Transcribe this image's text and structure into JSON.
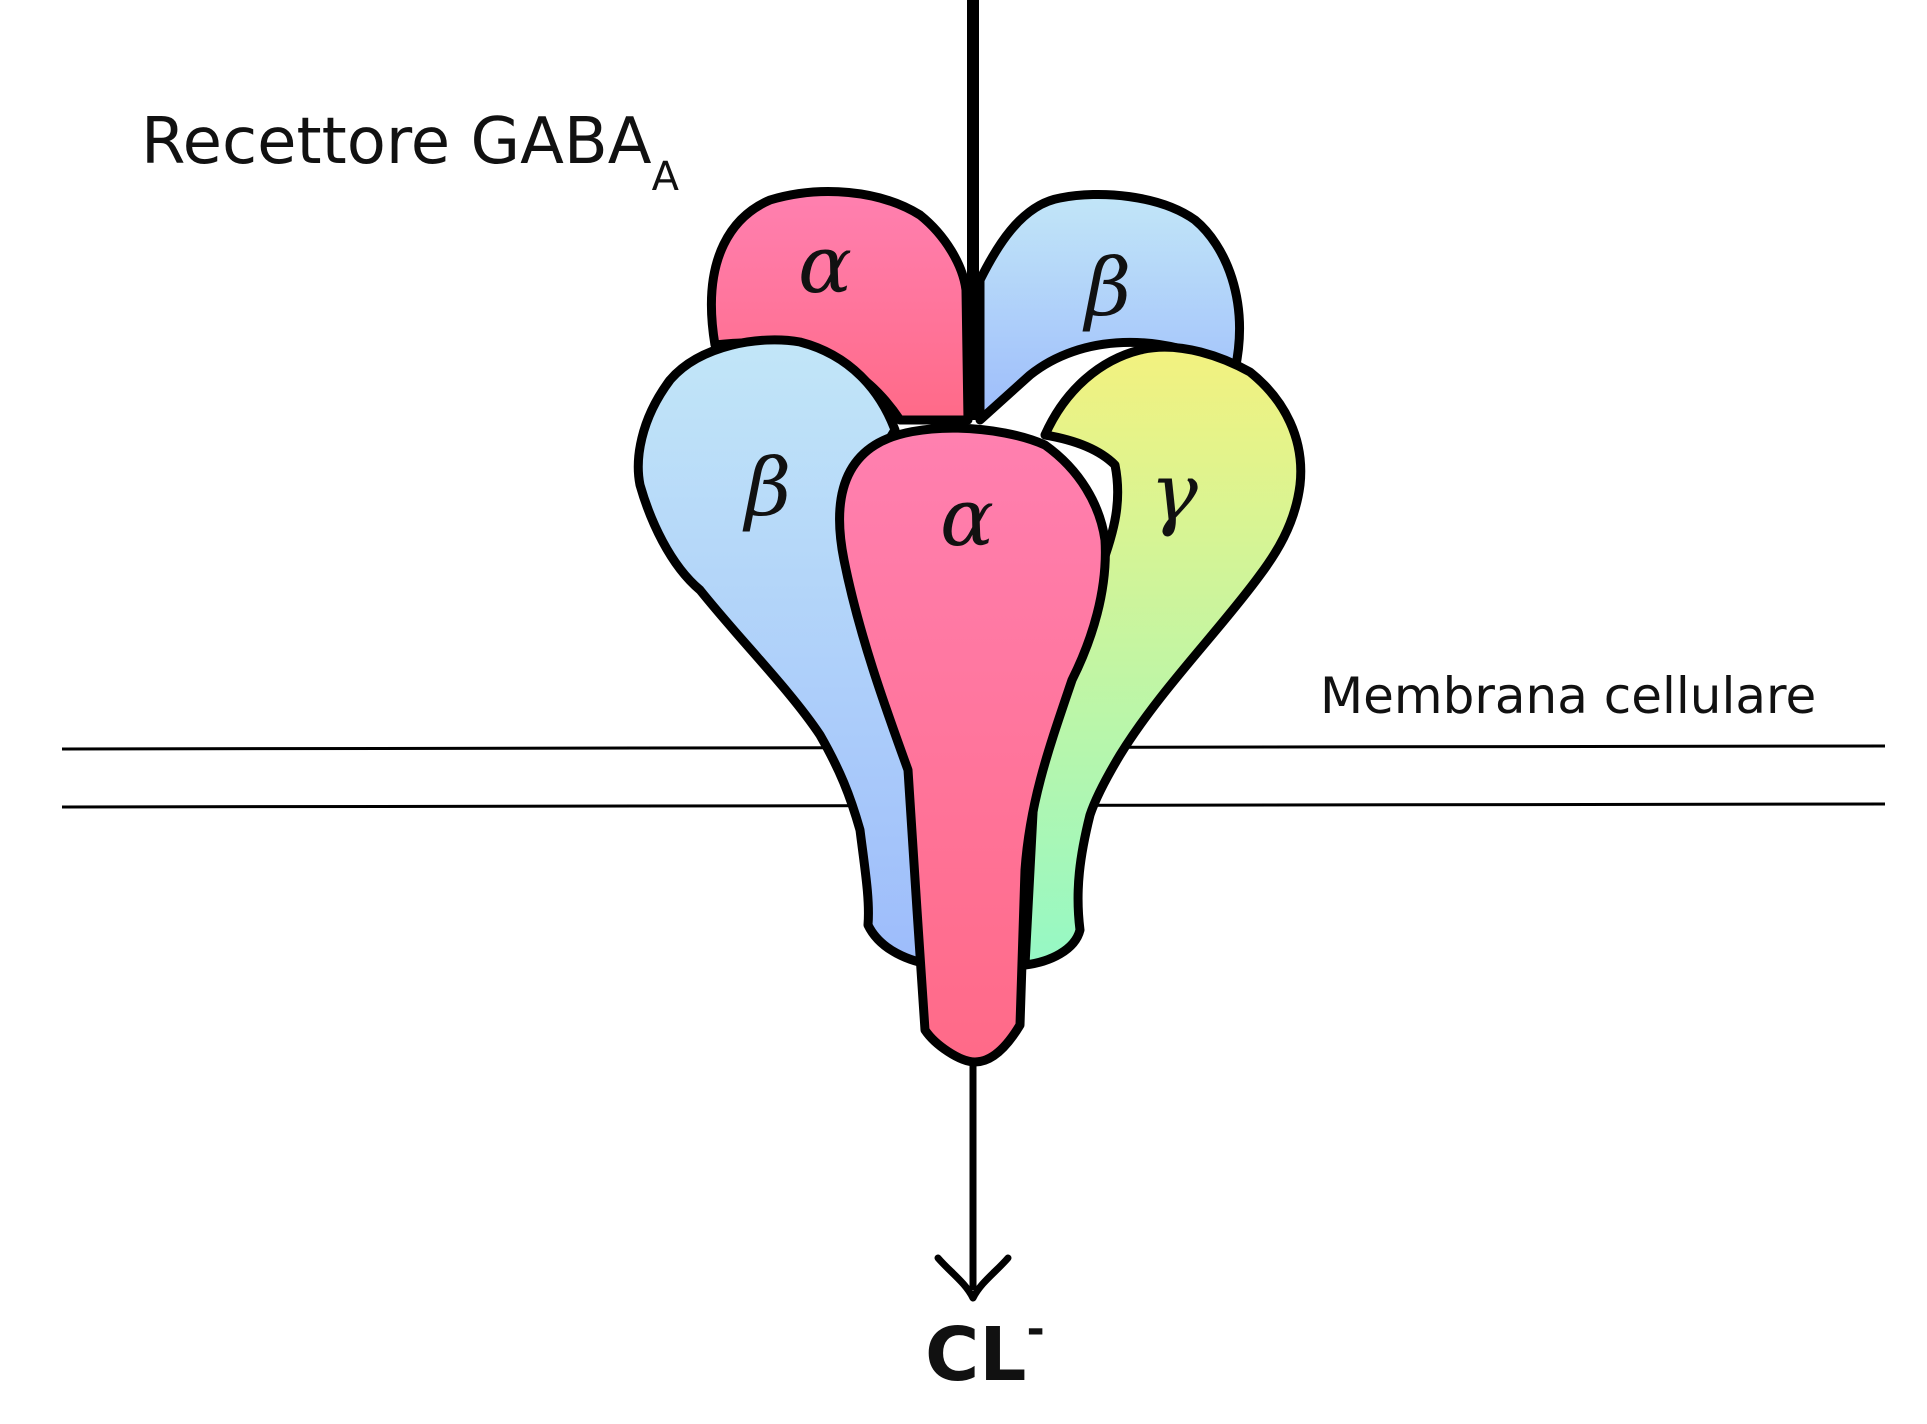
{
  "title": {
    "main": "Recettore GABA",
    "subscript": "A"
  },
  "membrane_label": "Membrana cellulare",
  "ion": {
    "symbol": "CL",
    "charge": "-"
  },
  "subunits": [
    {
      "id": "back-left",
      "label": "α"
    },
    {
      "id": "back-right",
      "label": "β"
    },
    {
      "id": "front-left",
      "label": "β"
    },
    {
      "id": "front-right",
      "label": "γ"
    },
    {
      "id": "front-center",
      "label": "α"
    }
  ],
  "colors": {
    "alpha_top": "#ff80b0",
    "alpha_bottom": "#ff6a88",
    "beta_top": "#c2e6f8",
    "beta_bottom": "#9dbcfb",
    "gamma_top": "#f3f27f",
    "gamma_bottom": "#95f8c5",
    "outline": "#000000"
  }
}
